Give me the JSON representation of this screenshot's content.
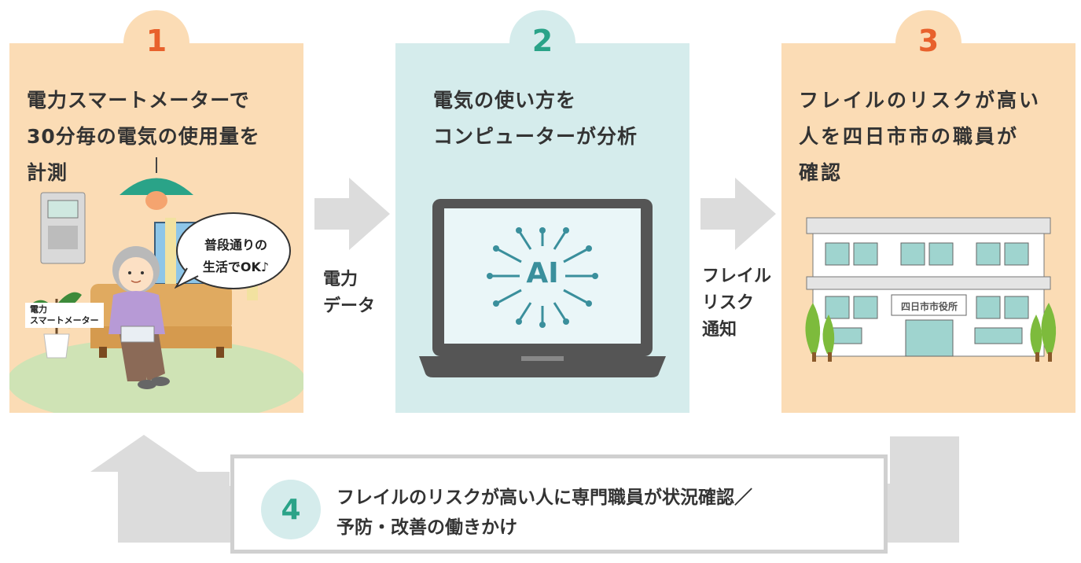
{
  "steps": [
    {
      "number": "1",
      "title_lines": [
        "電力スマートメーターで",
        "30分毎の電気の使用量を",
        "計測"
      ]
    },
    {
      "number": "2",
      "title_lines": [
        "電気の使い方を",
        "コンピューターが分析"
      ]
    },
    {
      "number": "3",
      "title_lines": [
        "フレイルのリスクが高い",
        "人を四日市市の職員が",
        "確認"
      ]
    }
  ],
  "speech_bubble": [
    "普段通りの",
    "生活でOK♪"
  ],
  "meter_label": [
    "電力",
    "スマートメーター"
  ],
  "laptop_screen_text": "AI",
  "arrow_labels": {
    "first": [
      "電力",
      "データ"
    ],
    "second": [
      "フレイル",
      "リスク",
      "通知"
    ]
  },
  "building_sign": "四日市市役所",
  "step4": {
    "number": "4",
    "lines": [
      "フレイルのリスクが高い人に専門職員が状況確認／",
      "予防・改善の働きかけ"
    ]
  },
  "colors": {
    "orange_panel": "#fbdcb5",
    "teal_panel": "#d5ecec",
    "orange_number": "#e8612c",
    "teal_number": "#2aa388",
    "arrow_gray": "#dcdcdc"
  }
}
